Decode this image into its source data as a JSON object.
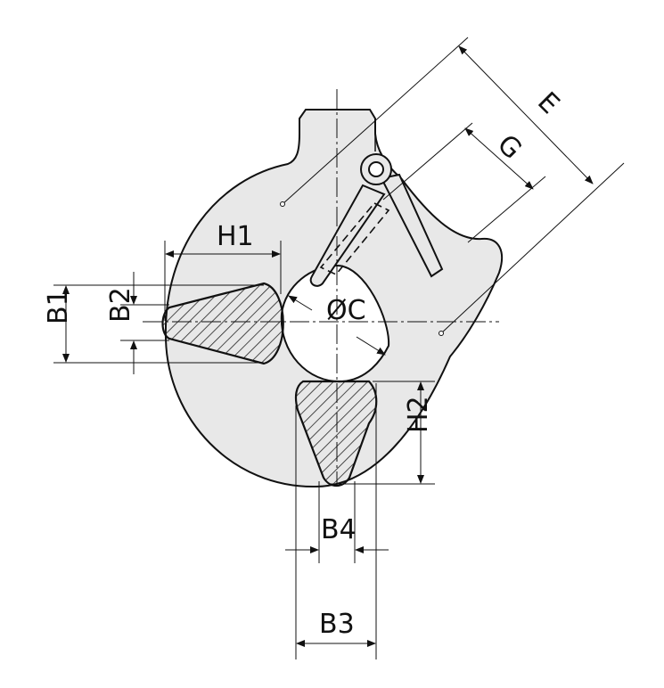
{
  "labels": {
    "e": "E",
    "g": "G",
    "h1": "H1",
    "b1": "B1",
    "b2": "B2",
    "c": "ØC",
    "h2": "H2",
    "b4": "B4",
    "b3": "B3"
  },
  "colors": {
    "body_fill": "#e8e8e8",
    "outline": "#111111",
    "hatch": "#222222"
  }
}
